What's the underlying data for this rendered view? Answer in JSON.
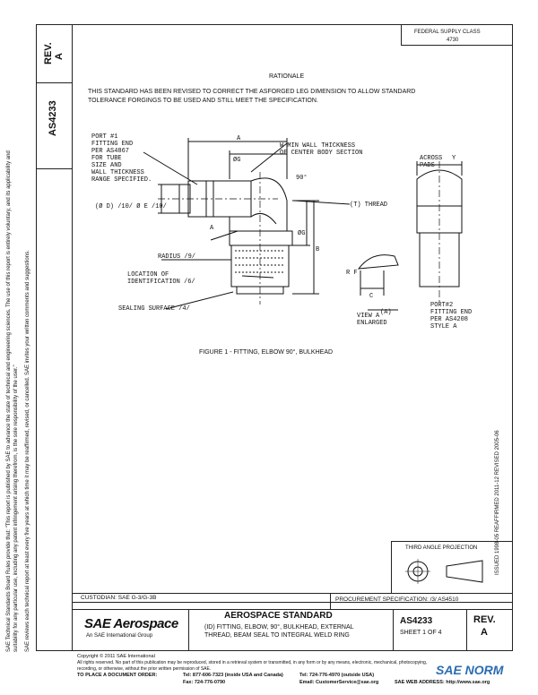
{
  "doc": {
    "rev_label": "REV.",
    "rev_value": "A",
    "number": "AS4233",
    "federal_note_line1": "FEDERAL SUPPLY CLASS",
    "federal_note_line2": "4730",
    "rationale_title": "RATIONALE",
    "rationale_text_1": "THIS STANDARD HAS BEEN REVISED TO CORRECT THE ASFORGED LEG DIMENSION TO ALLOW STANDARD",
    "rationale_text_2": "TOLERANCE FORGINGS TO BE USED AND STILL MEET THE SPECIFICATION.",
    "figure_caption": "FIGURE 1 - FITTING, ELBOW 90°, BULKHEAD"
  },
  "drawing": {
    "port1_lines": [
      "PORT #1",
      "FITTING END",
      "PER AS4867",
      "FOR TUBE",
      "SIZE AND",
      "WALL THICKNESS",
      "RANGE SPECIFIED."
    ],
    "dim_a": "A",
    "dim_g": "ØG",
    "dim_g2": "ØG",
    "dim_w_lines": [
      "W MIN WALL THICKNESS",
      "OF CENTER BODY SECTION"
    ],
    "across_pads": [
      "ACROSS",
      "PADS"
    ],
    "dim_y": "Y",
    "dim_90": "90°",
    "dim_d_e": "(Ø D) /10/ Ø E /10/",
    "thread": "(T) THREAD",
    "radius": "RADIUS /9/",
    "location_lines": [
      "LOCATION OF",
      "IDENTIFICATION /6/"
    ],
    "rf": "R F",
    "dim_c": "C",
    "dim_b": "B",
    "view_lines": [
      "VIEW A",
      "ENLARGED"
    ],
    "view_a_dim": "(A)",
    "sealing": "SEALING SURFACE /4/",
    "port2_lines": [
      "PORT#2",
      "FITTING END",
      "PER AS4208",
      "STYLE A"
    ]
  },
  "side": {
    "sae_copyright_note": "SAE Technical Standards Board Rules provide that: \"This report is published by SAE to advance the state of technical and engineering sciences. The use of this report is entirely voluntary, and its applicability and suitability for any particular use, including any patent infringement arising therefrom, is the sole responsibility of the user.\"",
    "sae_review_note": "SAE reviews each technical report at least every five years at which time it may be reaffirmed, revised, or cancelled. SAE invites your written comments and suggestions.",
    "history": "ISSUED 1998-05     REAFFIRMED 2011-12     REVISED 2005-06"
  },
  "projection": {
    "label": "THIRD ANGLE PROJECTION"
  },
  "titleblock": {
    "custodian": "CUSTODIAN: SAE G-3/G-3B",
    "procurement": "PROCUREMENT SPECIFICATION: /3/ AS4510",
    "logo_main": "SAE Aerospace",
    "logo_sub": "An SAE International Group",
    "standard_title": "AEROSPACE STANDARD",
    "desc_line1": "(ID) FITTING, ELBOW, 90°, BULKHEAD, EXTERNAL",
    "desc_line2": "THREAD, BEAM SEAL TO INTEGRAL WELD RING",
    "number": "AS4233",
    "sheet": "SHEET 1 OF 4",
    "rev_label": "REV.",
    "rev_value": "A"
  },
  "footer": {
    "copyright": "Copyright © 2011 SAE International",
    "rights": "All rights reserved. No part of this publication may be reproduced, stored in a retrieval system or transmitted, in any form or by any means, electronic, mechanical, photocopying,",
    "rights2": "recording, or otherwise, without the prior written permission of SAE.",
    "order_label": "TO PLACE A DOCUMENT ORDER:",
    "tel1": "Tel: 877-606-7323 (inside USA and Canada)",
    "tel2": "Tel: 724-776-4970 (outside USA)",
    "fax": "Fax: 724-776-0790",
    "email": "Email: CustomerService@sae.org",
    "web": "SAE WEB ADDRESS: http://www.sae.org",
    "watermark": "SAE NORM"
  }
}
